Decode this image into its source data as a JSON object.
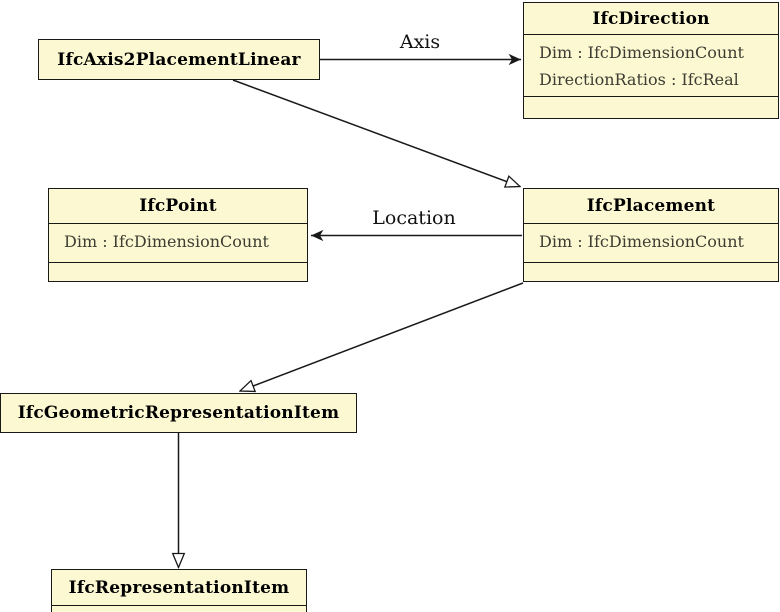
{
  "diagram": {
    "type": "uml-class-diagram",
    "background": "#ffffff",
    "box_fill": "#fbf8d2",
    "border_color": "#191919",
    "title_color": "#000000",
    "attribute_color": "#3d3d33"
  },
  "classes": {
    "axis2placement_linear": {
      "title": "IfcAxis2PlacementLinear",
      "attributes": []
    },
    "direction": {
      "title": "IfcDirection",
      "attributes": [
        "Dim : IfcDimensionCount",
        "DirectionRatios : IfcReal"
      ]
    },
    "point": {
      "title": "IfcPoint",
      "attributes": [
        "Dim : IfcDimensionCount"
      ]
    },
    "placement": {
      "title": "IfcPlacement",
      "attributes": [
        "Dim : IfcDimensionCount"
      ]
    },
    "geometric_representation_item": {
      "title": "IfcGeometricRepresentationItem",
      "attributes": []
    },
    "representation_item": {
      "title": "IfcRepresentationItem",
      "attributes": []
    }
  },
  "edges": [
    {
      "id": "axis",
      "label": "Axis",
      "type": "association",
      "from": "IfcAxis2PlacementLinear",
      "to": "IfcDirection"
    },
    {
      "id": "location",
      "label": "Location",
      "type": "association",
      "from": "IfcPlacement",
      "to": "IfcPoint"
    },
    {
      "id": "supertype-of-axis2placement-linear",
      "label": "",
      "type": "inheritance",
      "from": "IfcAxis2PlacementLinear",
      "to": "IfcPlacement"
    },
    {
      "id": "supertype-of-placement",
      "label": "",
      "type": "inheritance",
      "from": "IfcPlacement",
      "to": "IfcGeometricRepresentationItem"
    },
    {
      "id": "supertype-of-geometric-representation-item",
      "label": "",
      "type": "inheritance",
      "from": "IfcGeometricRepresentationItem",
      "to": "IfcRepresentationItem"
    }
  ]
}
